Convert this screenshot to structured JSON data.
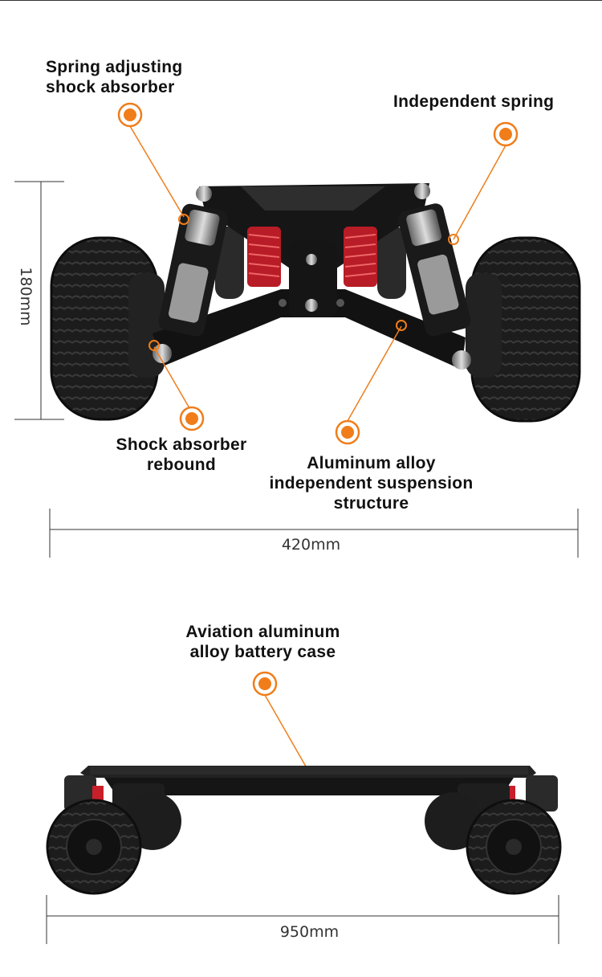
{
  "labels": {
    "spring_adjusting": [
      "Spring adjusting",
      "shock absorber"
    ],
    "independent_spring": "Independent spring",
    "shock_rebound": [
      "Shock absorber",
      "rebound"
    ],
    "aluminum_suspension": [
      "Aluminum alloy",
      "independent suspension",
      "structure"
    ],
    "battery_case": [
      "Aviation aluminum",
      "alloy battery case"
    ]
  },
  "dimensions": {
    "height": "180mm",
    "width": "420mm",
    "length": "950mm"
  },
  "colors": {
    "accent": "#f07d1a",
    "text": "#111111",
    "dimension_line": "#333333",
    "wheel": "#1a1a1a",
    "spring_red": "#c8202a"
  }
}
